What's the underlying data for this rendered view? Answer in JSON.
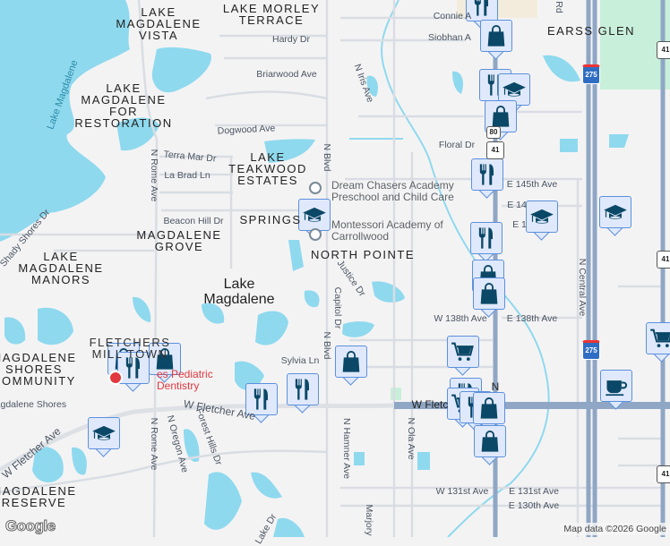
{
  "colors": {
    "water": "#8fd9ee",
    "land": "#f4f3f4",
    "road": "#d9dde3",
    "highway": "#8fa6c4",
    "marker_bg": "#dfe9fb",
    "marker_border": "#5d90db",
    "icon": "#0b4766",
    "park": "#c8efd9"
  },
  "areas": {
    "lmv": "LAKE MAGDALENE VISTA",
    "lmt": "LAKE MORLEY TERRACE",
    "lmfr": "LAKE MAGDALENE FOR RESTORATION",
    "lte": "LAKE TEAKWOOD ESTATES",
    "springs": "SPRINGS",
    "mg": "MAGDALENE GROVE",
    "lmm": "LAKE MAGDALENE MANORS",
    "np": "NORTH POINTE",
    "lm": "Lake Magdalene",
    "fmt": "FLETCHERS MILL TOWN",
    "msc": "MAGDALENE SHORES COMMUNITY",
    "mr": "MAGDALENE RESERVE",
    "eg": "EARSS GLEN"
  },
  "water_labels": {
    "lake": "Lake Magdalene"
  },
  "streets": {
    "hardy": "Hardy Dr",
    "briarwood": "Briarwood Ave",
    "dogwood": "Dogwood Ave",
    "terra": "Terra Mar Dr",
    "labrad": "La Brad Ln",
    "beacon": "Beacon Hill Dr",
    "shady": "Shady Shores Dr",
    "nrome": "N Rome Ave",
    "nblvd": "N Blvd",
    "nblvd2": "N Blvd",
    "niris": "N Iris Ave",
    "connie": "Connie A",
    "siobhan": "Siobhan A",
    "rd": "Rd",
    "floral": "Floral Dr",
    "e145": "E 145th Ave",
    "e144": "E 14",
    "e14x": "E 1",
    "justice": "Justice Dr",
    "capitol": "Capitol Dr",
    "w138": "W 138th Ave",
    "e138": "E 138th Ave",
    "ncentral": "N Central Ave",
    "sylvia": "Sylvia Ln",
    "wfletcher": "W Fletcher Ave",
    "wfletcher2": "W Fletcher Ave",
    "wfletcher3": "W Fletc",
    "magshores": "Magdalene Shores",
    "noregon": "N Oregon Ave",
    "forest": "Forest Hills Dr",
    "nhamner": "N Hamner Ave",
    "nola": "N Ola Ave",
    "w131": "W 131st Ave",
    "e131": "E 131st Ave",
    "e130": "E 130th Ave",
    "marjory": "Marjory",
    "lakedr": "Lake Dr",
    "n": "N"
  },
  "pois": {
    "dream": "Dream Chasers Academy Preschool and Child Care",
    "montessori": "Montessori Academy of Carrollwood",
    "dentistry": "es Pediatric Dentistry"
  },
  "shields": {
    "us41": "41",
    "i275": "275",
    "sr": "80"
  },
  "markers": [
    {
      "type": "restaurant"
    },
    {
      "type": "shopping"
    },
    {
      "type": "restaurant"
    },
    {
      "type": "school"
    },
    {
      "type": "shopping"
    },
    {
      "type": "restaurant"
    },
    {
      "type": "school"
    },
    {
      "type": "school"
    },
    {
      "type": "restaurant"
    },
    {
      "type": "shopping"
    },
    {
      "type": "shopping"
    },
    {
      "type": "school"
    },
    {
      "type": "shopping"
    },
    {
      "type": "restaurant"
    },
    {
      "type": "shopping"
    },
    {
      "type": "restaurant"
    },
    {
      "type": "restaurant"
    },
    {
      "type": "shopping"
    },
    {
      "type": "school"
    },
    {
      "type": "grocery"
    },
    {
      "type": "restaurant"
    },
    {
      "type": "grocery"
    },
    {
      "type": "restaurant"
    },
    {
      "type": "shopping"
    },
    {
      "type": "shopping"
    },
    {
      "type": "grocery"
    },
    {
      "type": "cafe"
    }
  ],
  "footer": {
    "logo": "Google",
    "attribution": "Map data ©2026 Google"
  }
}
